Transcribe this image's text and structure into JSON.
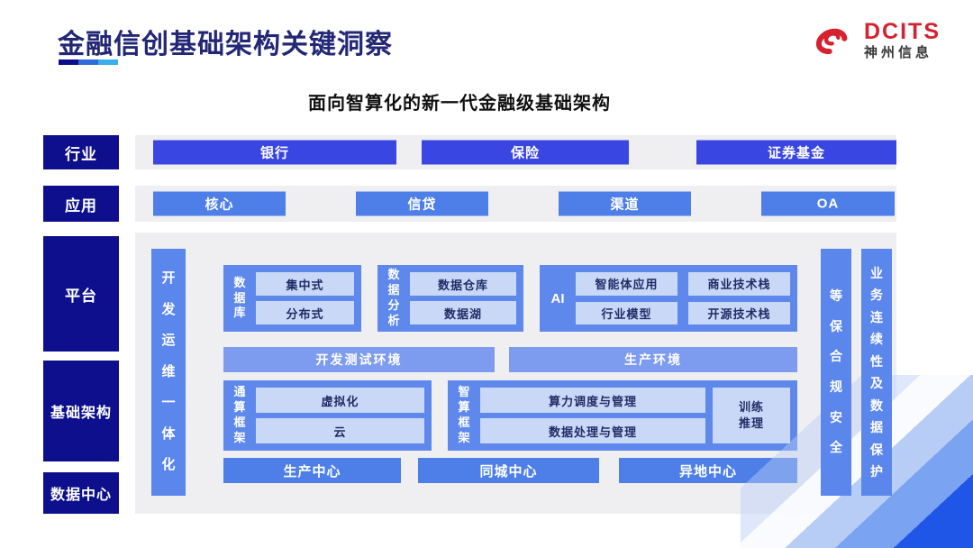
{
  "header": {
    "title": "金融信创基础架构关键洞察",
    "logo_brand": "DCITS",
    "logo_company": "神州信息"
  },
  "subtitle": "面向智算化的新一代金融级基础架构",
  "layers": {
    "industry": {
      "label": "行业",
      "items": [
        "银行",
        "保险",
        "证券基金"
      ]
    },
    "application": {
      "label": "应用",
      "items": [
        "核心",
        "信贷",
        "渠道",
        "OA"
      ]
    },
    "platform": {
      "label": "平台"
    },
    "infrastructure": {
      "label": "基础架构"
    },
    "datacenter": {
      "label": "数据中心"
    }
  },
  "panel": {
    "devops_bar": "开发运维一体化",
    "security_bar": "等保合规安全",
    "continuity_bar": "业务连续性及数据保护",
    "database": {
      "label": "数据库",
      "items": [
        "集中式",
        "分布式"
      ]
    },
    "analytics": {
      "label": "数据分析",
      "items": [
        "数据仓库",
        "数据湖"
      ]
    },
    "ai": {
      "label": "AI",
      "items": [
        "智能体应用",
        "商业技术栈",
        "行业模型",
        "开源技术栈"
      ]
    },
    "environments": {
      "dev": "开发测试环境",
      "prod": "生产环境"
    },
    "general_compute": {
      "label": "通算框架",
      "items": [
        "虚拟化",
        "云"
      ]
    },
    "intelligent_compute": {
      "label": "智算框架",
      "items": [
        "算力调度与管理",
        "数据处理与管理"
      ],
      "side": "训练\n推理"
    },
    "centers": [
      "生产中心",
      "同城中心",
      "异地中心"
    ]
  },
  "colors": {
    "navy": "#0d0f8c",
    "title_navy": "#232775",
    "indigo_chip": "#3a46e2",
    "blue_chip": "#4e7fe8",
    "cornflower": "#5e88ec",
    "light_pill": "#c9d8f6",
    "panel_gray": "#efeff2",
    "brand_red": "#d6212f",
    "corner_deep_blue": "#2056e8"
  }
}
